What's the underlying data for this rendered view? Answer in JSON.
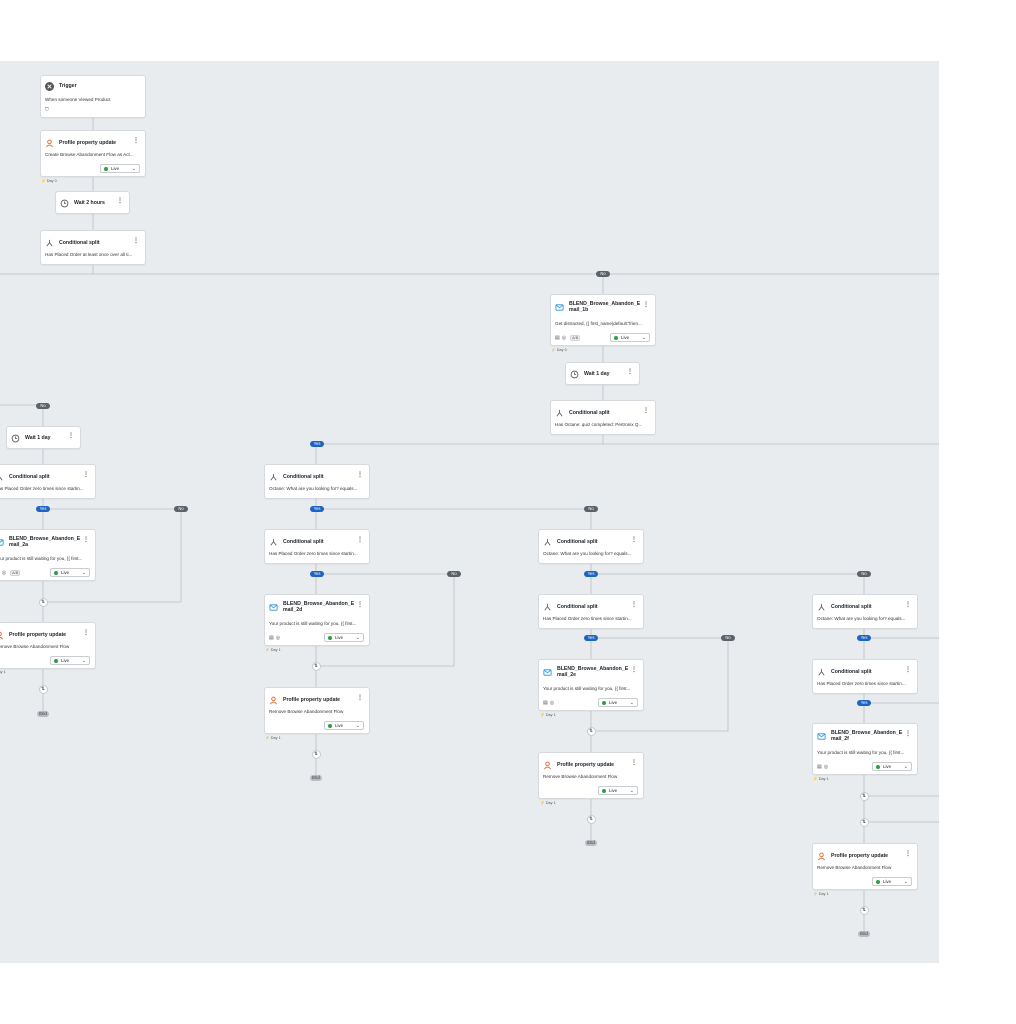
{
  "labels": {
    "yes": "Yes",
    "no": "No",
    "end": "End",
    "live": "Live",
    "ab": "A/B",
    "day0": "Day 0",
    "day1": "Day 1"
  },
  "nodes": {
    "trigger": {
      "title": "Trigger",
      "desc": "When someone Viewed Product"
    },
    "profile_update_1": {
      "title": "Profile property update",
      "desc": "Create Browse Abandonment Flow as Act..."
    },
    "wait_2h": {
      "title": "Wait 2 hours"
    },
    "split_placed_order": {
      "title": "Conditional split",
      "desc": "Has Placed Order at least once over all ti..."
    },
    "email_1b": {
      "title": "BLEND_Browse_Abandon_E mail_1b",
      "desc": "Get distracted, {{ first_name|default:'frien..."
    },
    "wait_1d_right": {
      "title": "Wait 1 day"
    },
    "split_quiz": {
      "title": "Conditional split",
      "desc": "Has Octane: quiz completed: Pertronix Q..."
    },
    "wait_1d_left": {
      "title": "Wait 1 day"
    },
    "split_left_zero": {
      "title": "Conditional split",
      "desc": "Has Placed Order zero times since startin..."
    },
    "email_2a": {
      "title": "BLEND_Browse_Abandon_E mail_2a",
      "desc": "Your product is still waiting for you, {{ first..."
    },
    "profile_left": {
      "title": "Profile property update",
      "desc": "Remove Browse Abandonment Flow"
    },
    "split_octane_a": {
      "title": "Conditional split",
      "desc": "Octane: What are you looking for? equals..."
    },
    "split_zero_a": {
      "title": "Conditional split",
      "desc": "Has Placed Order zero times since startin..."
    },
    "email_2d": {
      "title": "BLEND_Browse_Abandon_E mail_2d",
      "desc": "Your product is still waiting for you, {{ first..."
    },
    "profile_2d": {
      "title": "Profile property update",
      "desc": "Remove Browse Abandonment Flow"
    },
    "split_octane_b": {
      "title": "Conditional split",
      "desc": "Octane: What are you looking for? equals..."
    },
    "split_zero_b": {
      "title": "Conditional split",
      "desc": "Has Placed Order zero times since startin..."
    },
    "email_2e": {
      "title": "BLEND_Browse_Abandon_E mail_2e",
      "desc": "Your product is still waiting for you, {{ first..."
    },
    "profile_2e": {
      "title": "Profile property update",
      "desc": "Remove Browse Abandonment Flow"
    },
    "split_octane_c": {
      "title": "Conditional split",
      "desc": "Octane: What are you looking for? equals..."
    },
    "split_zero_c": {
      "title": "Conditional split",
      "desc": "Has Placed Order zero times since startin..."
    },
    "email_2f": {
      "title": "BLEND_Browse_Abandon_E mail_2f",
      "desc": "Your product is still waiting for you, {{ first..."
    },
    "profile_2f": {
      "title": "Profile property update",
      "desc": "Remove Browse Abandonment Flow"
    }
  },
  "colors": {
    "canvas": "#e9ecef",
    "yes": "#1d63c2",
    "no": "#5b6168",
    "live_dot": "#2e9e47",
    "profile_icon": "#e0692a",
    "email_icon": "#1d8fd6"
  }
}
